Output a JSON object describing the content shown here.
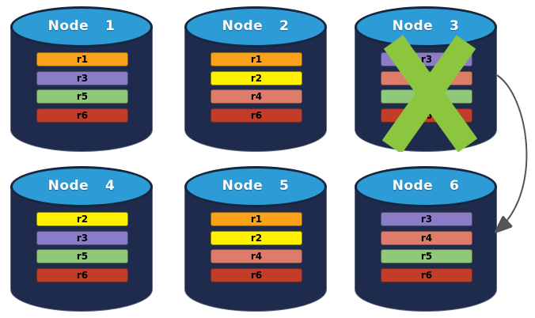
{
  "diagram_type": "replicated-database-nodes-failover",
  "colors": {
    "cylinder_body": "#1E2B4D",
    "cylinder_top": "#2D9BD5",
    "cylinder_top_border": "#16263F",
    "title_text": "#FFFFFF",
    "label_text": "#000000",
    "failure_x": "#8CC63E",
    "arrow": "#555555"
  },
  "replica_colors": {
    "r1": "#F9A11B",
    "r2": "#FFF200",
    "r3": "#8A7CC6",
    "r4": "#DE7C6C",
    "r5": "#90C87A",
    "r6": "#C23C2A"
  },
  "nodes": [
    {
      "label": "Node  1",
      "replicas": [
        "r1",
        "r3",
        "r5",
        "r6"
      ],
      "failed": false
    },
    {
      "label": "Node  2",
      "replicas": [
        "r1",
        "r2",
        "r4",
        "r6"
      ],
      "failed": false
    },
    {
      "label": "Node  3",
      "replicas": [
        "r3",
        "r4",
        "r5",
        "r6"
      ],
      "failed": true
    },
    {
      "label": "Node  4",
      "replicas": [
        "r2",
        "r3",
        "r5",
        "r6"
      ],
      "failed": false
    },
    {
      "label": "Node  5",
      "replicas": [
        "r1",
        "r2",
        "r4",
        "r6"
      ],
      "failed": false
    },
    {
      "label": "Node  6",
      "replicas": [
        "r3",
        "r4",
        "r5",
        "r6"
      ],
      "failed": false
    }
  ],
  "arrow": {
    "from": "Node 3",
    "to": "Node 6"
  }
}
